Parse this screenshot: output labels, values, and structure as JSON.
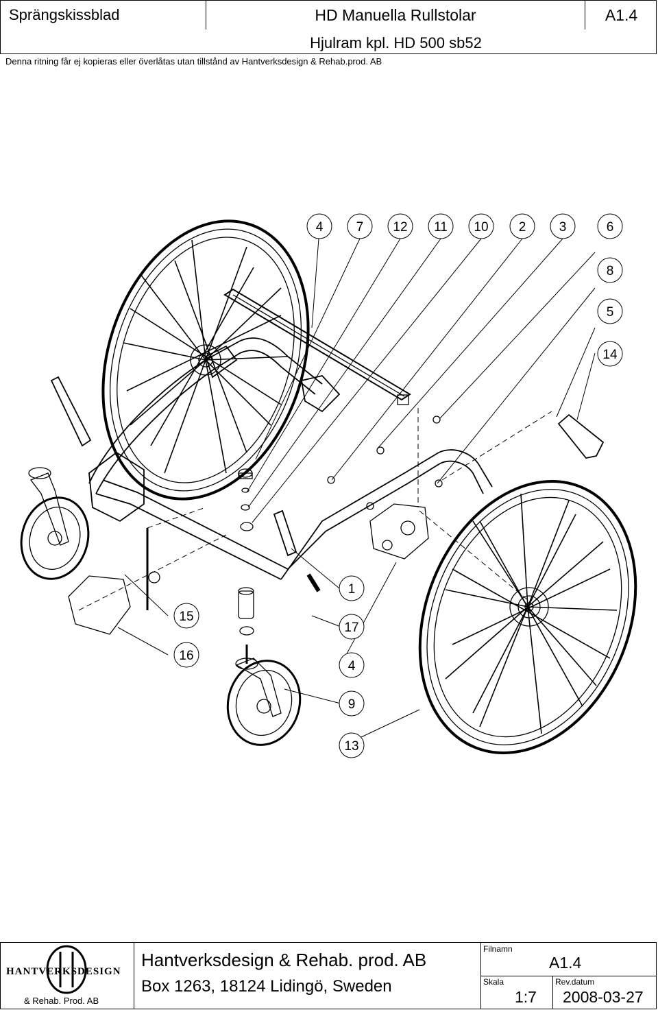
{
  "header": {
    "doc_type": "Sprängskissblad",
    "product": "HD Manuella Rullstolar",
    "sheet": "A1.4",
    "part_title": "Hjulram kpl. HD 500 sb52"
  },
  "copyright_note": "Denna ritning får ej kopieras eller överlåtas utan tillstånd av Hantverksdesign & Rehab.prod. AB",
  "callouts": [
    "4",
    "7",
    "12",
    "11",
    "10",
    "2",
    "3",
    "6",
    "8",
    "5",
    "14",
    "1",
    "15",
    "17",
    "16",
    "4",
    "9",
    "13"
  ],
  "footer": {
    "logo_text": "HANTVERKSDESIGN",
    "logo_sub": "& Rehab. Prod. AB",
    "company": "Hantverksdesign & Rehab. prod. AB",
    "address": "Box 1263, 18124 Lidingö, Sweden",
    "filename_label": "Filnamn",
    "filename": "A1.4",
    "scale_label": "Skala",
    "scale": "1:7",
    "revdate_label": "Rev.datum",
    "revdate": "2008-03-27"
  }
}
